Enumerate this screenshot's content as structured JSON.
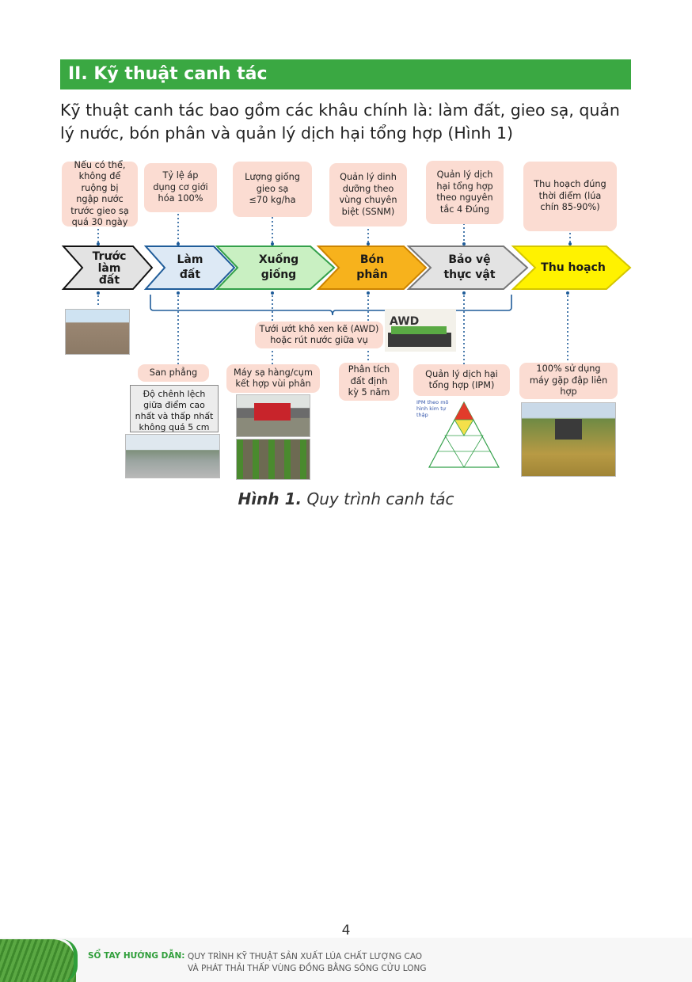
{
  "section": {
    "title": "II. Kỹ thuật canh tác"
  },
  "intro": "Kỹ thuật canh tác bao gồm các khâu chính là: làm đất, gieo sạ, quản lý nước, bón phân và quản lý dịch hại tổng hợp (Hình 1)",
  "top_notes": [
    "Nếu có thể,\nkhông để\nruộng bị\nngập nước\ntrước gieo sạ\nquá 30 ngày",
    "Tỷ lệ áp\ndụng cơ giới\nhóa 100%",
    "Lượng giống\ngieo sạ\n≤70 kg/ha",
    "Quản lý dinh\ndưỡng theo\nvùng chuyên\nbiệt (SSNM)",
    "Quản lý dịch\nhại tổng hợp\ntheo nguyên\ntắc 4 Đúng",
    "Thu hoạch đúng\nthời điểm (lúa\nchín 85-90%)"
  ],
  "steps": [
    {
      "label": "Trước\nlàm\nđất",
      "color": "#e3e3e3"
    },
    {
      "label": "Làm\nđất",
      "color": "#dde9f5"
    },
    {
      "label": "Xuống\ngiống",
      "color": "#c9f0c2"
    },
    {
      "label": "Bón\nphân",
      "color": "#f7b21c"
    },
    {
      "label": "Bảo vệ\nthực vật",
      "color": "#e3e3e3"
    },
    {
      "label": "Thu hoạch",
      "color": "#fff200"
    }
  ],
  "awd_note": "Tưới ướt khô xen kẽ (AWD)\nhoặc rút nước giữa vụ",
  "awd_badge": "AWD",
  "bottom_notes": [
    "San phẳng",
    "Máy sạ hàng/cụm\nkết hợp vùi phân",
    "Phân tích\nđất định\nkỳ 5 năm",
    "Quản lý dịch hại\ntổng hợp (IPM)",
    "100% sử dụng\nmáy gặp đập liên\nhợp"
  ],
  "level_note": "Độ chênh lệch\ngiữa điểm cao\nnhất và thấp nhất\nkhông quá 5 cm",
  "ipm_title": "IPM theo mô\nhình kim tự\nthập",
  "caption": {
    "label": "Hình 1.",
    "text": " Quy trình canh tác"
  },
  "page_number": "4",
  "footer": {
    "label": "SỔ TAY HƯỚNG DẪN:",
    "line1": "QUY TRÌNH KỸ THUẬT SẢN XUẤT LÚA CHẤT LƯỢNG CAO",
    "line2": "VÀ PHÁT THẢI THẤP VÙNG ĐỒNG BẰNG SÔNG CỬU LONG"
  }
}
